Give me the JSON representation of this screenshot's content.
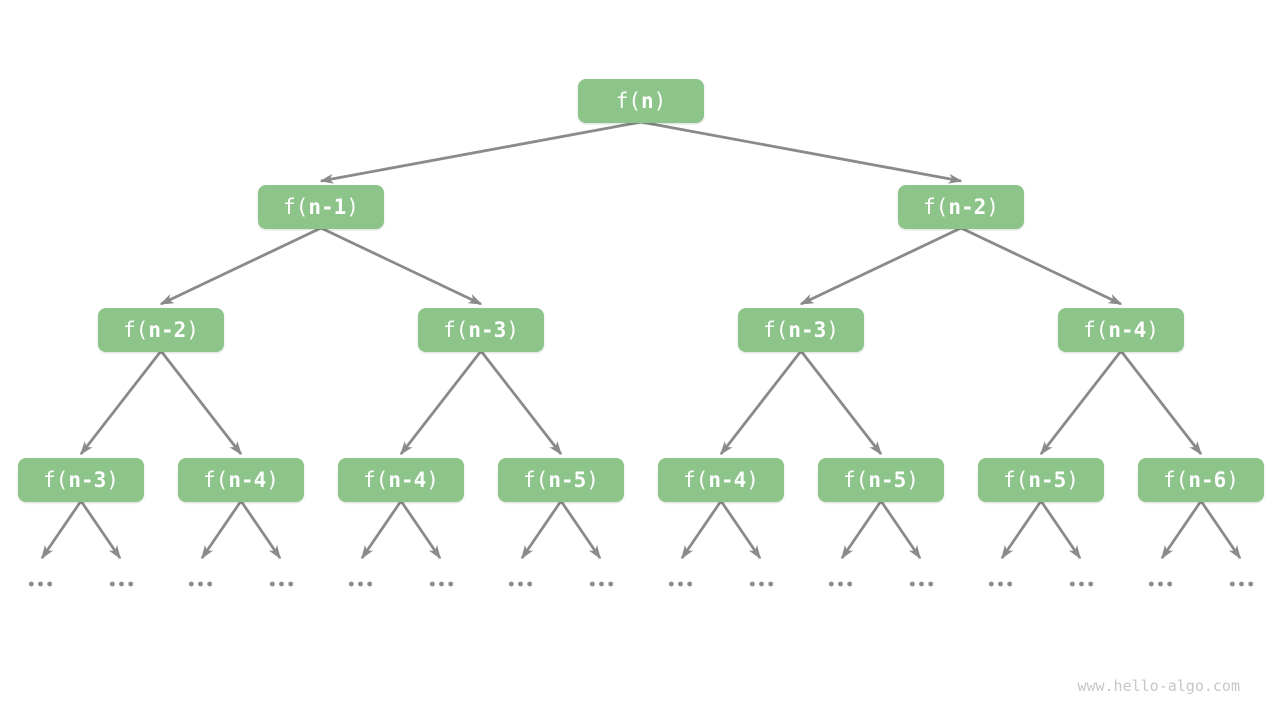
{
  "diagram": {
    "levels": [
      [
        "f(n)"
      ],
      [
        "f(n-1)",
        "f(n-2)"
      ],
      [
        "f(n-2)",
        "f(n-3)",
        "f(n-3)",
        "f(n-4)"
      ],
      [
        "f(n-3)",
        "f(n-4)",
        "f(n-4)",
        "f(n-5)",
        "f(n-4)",
        "f(n-5)",
        "f(n-5)",
        "f(n-6)"
      ]
    ],
    "leaf_ellipsis": "...",
    "colors": {
      "node_fill": "#8CC48A",
      "node_text": "#FFFFFF",
      "edge": "#8A8A8A",
      "ellipsis": "#8B8B8B",
      "watermark": "#C7C7C7"
    }
  },
  "footer": {
    "watermark": "www.hello-algo.com"
  }
}
